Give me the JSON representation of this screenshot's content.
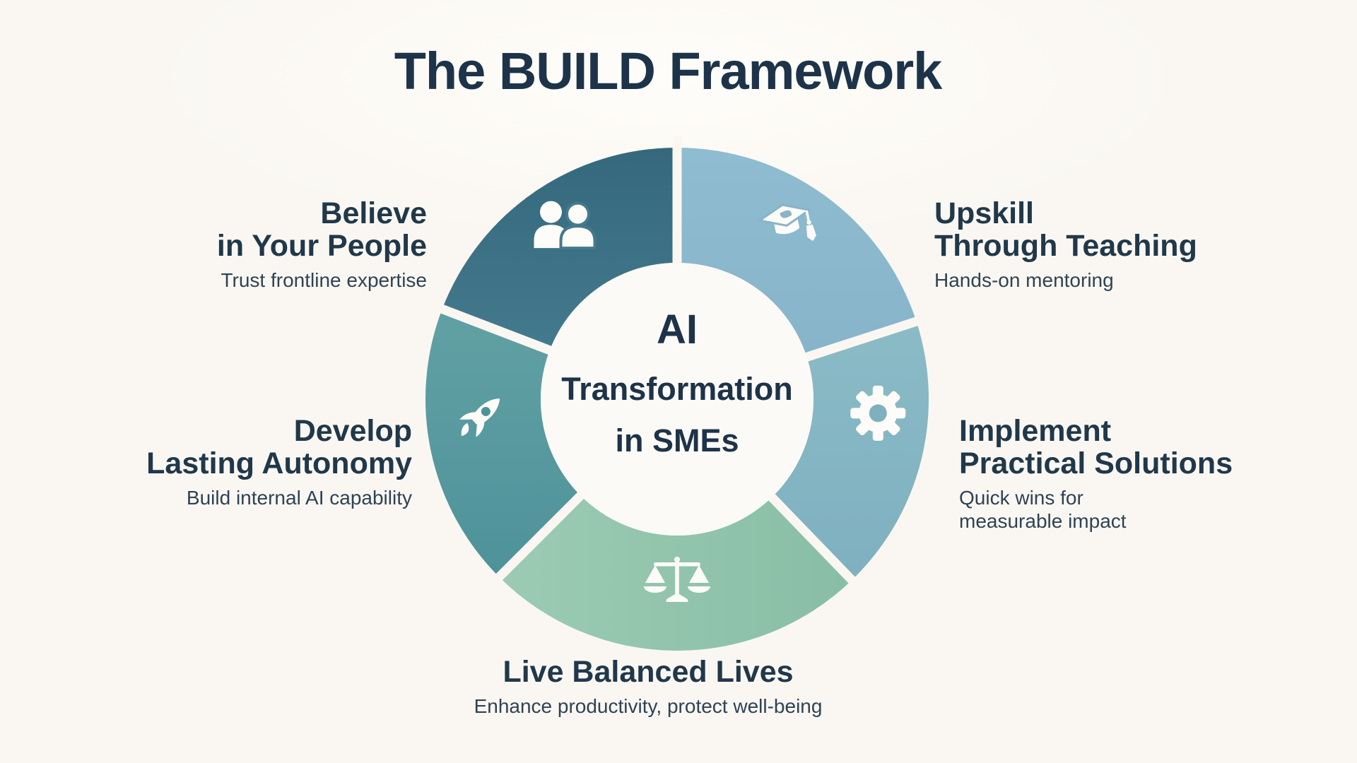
{
  "colors": {
    "background": "#faf7f2",
    "heading": "#20384a",
    "note": "#2e4355",
    "icon": "#fdfcf8",
    "center_circle": "#fcfaf6"
  },
  "title": "The BUILD Framework",
  "center": {
    "line1": "AI",
    "line2": "Transformation",
    "line3": "in SMEs"
  },
  "wheel": {
    "segments": [
      {
        "id": "upskill",
        "title_line1": "Upskill",
        "title_line2": "Through Teaching",
        "note": "Hands-on mentoring",
        "color": "#87b4ca",
        "color2": "#8fbcd0",
        "grad": "v",
        "icon": "graduation-cap-icon",
        "start": 0,
        "end": 72,
        "icon_angle": 32,
        "icon_radius": 292
      },
      {
        "id": "implement",
        "title_line1": "Implement",
        "title_line2": "Practical Solutions",
        "note": "Quick wins for",
        "note2": "measurable impact",
        "color": "#7fb0c0",
        "color2": "#8abbc6",
        "grad": "v",
        "icon": "gear-icon",
        "start": 72,
        "end": 136,
        "icon_angle": 94,
        "icon_radius": 285
      },
      {
        "id": "live",
        "title_line1": "Live Balanced Lives",
        "note": "Enhance productivity, protect well-being",
        "color": "#88bea5",
        "color2": "#9ccbb3",
        "grad": "h",
        "icon": "scales-icon",
        "start": 136,
        "end": 225,
        "icon_angle": 180,
        "icon_radius": 258
      },
      {
        "id": "develop",
        "title_line1": "Develop",
        "title_line2": "Lasting Autonomy",
        "note": "Build internal AI capability",
        "color": "#4e929a",
        "color2": "#61a1a4",
        "grad": "v",
        "icon": "rocket-icon",
        "start": 225,
        "end": 291,
        "icon_angle": 265,
        "icon_radius": 279
      },
      {
        "id": "believe",
        "title_line1": "Believe",
        "title_line2": "in Your People",
        "note": "Trust frontline expertise",
        "color": "#447a8e",
        "color2": "#35687c",
        "grad": "v",
        "icon": "people-icon",
        "start": 291,
        "end": 360,
        "icon_angle": 326,
        "icon_radius": 287
      }
    ]
  }
}
